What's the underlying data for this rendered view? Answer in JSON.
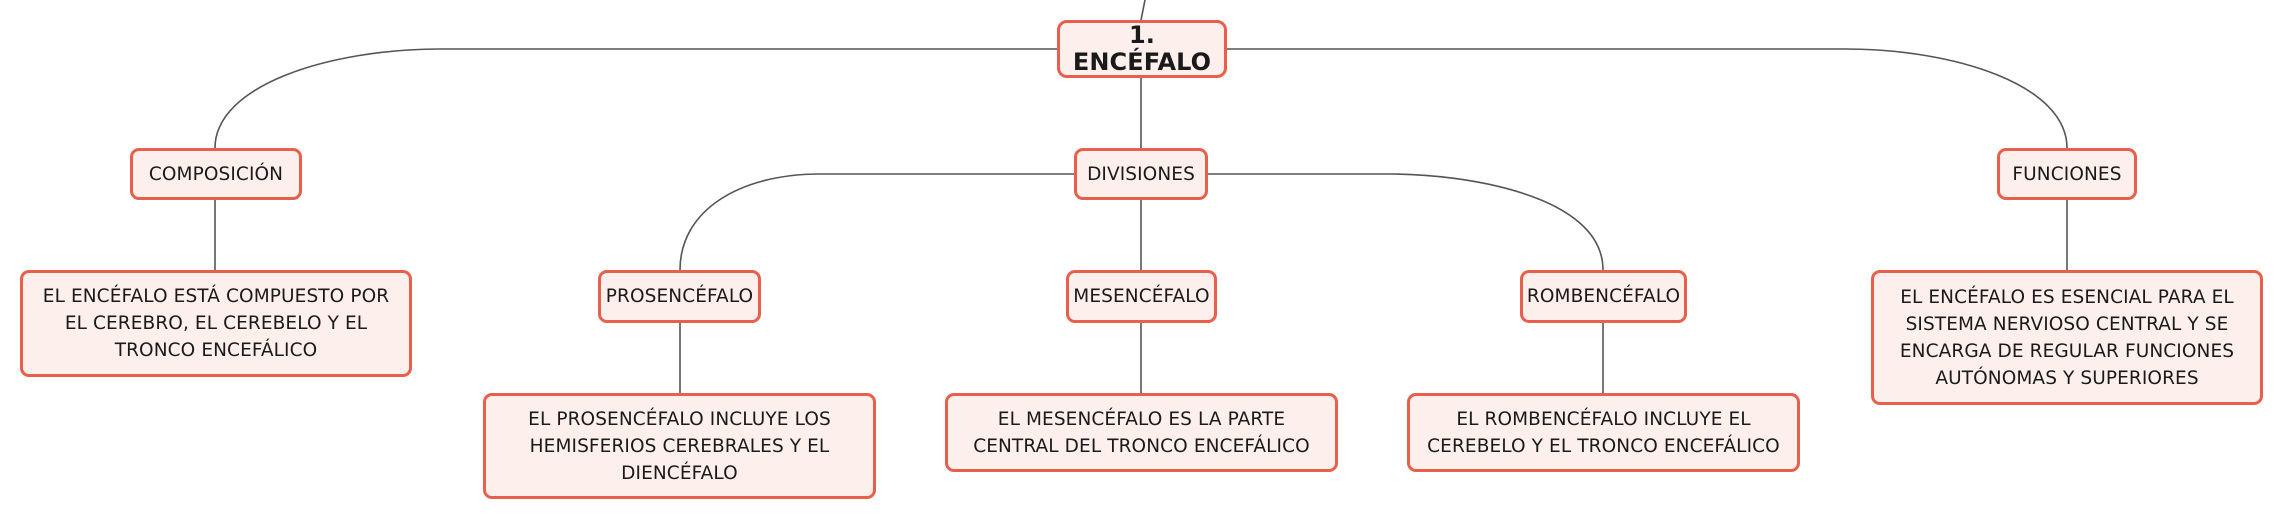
{
  "root": {
    "label": "1. ENCÉFALO"
  },
  "composicion": {
    "label": "COMPOSICIÓN",
    "text": "EL ENCÉFALO ESTÁ COMPUESTO POR EL CEREBRO, EL CEREBELO Y EL TRONCO ENCEFÁLICO"
  },
  "divisiones": {
    "label": "DIVISIONES",
    "prosencefalo": {
      "label": "PROSENCÉFALO",
      "text": "EL PROSENCÉFALO INCLUYE LOS HEMISFERIOS CEREBRALES Y EL DIENCÉFALO"
    },
    "mesencefalo": {
      "label": "MESENCÉFALO",
      "text": "EL MESENCÉFALO ES LA PARTE CENTRAL DEL TRONCO ENCEFÁLICO"
    },
    "rombencefalo": {
      "label": "ROMBENCÉFALO",
      "text": "EL ROMBENCÉFALO INCLUYE EL CEREBELO Y EL TRONCO ENCEFÁLICO"
    }
  },
  "funciones": {
    "label": "FUNCIONES",
    "text": "EL ENCÉFALO ES ESENCIAL PARA EL SISTEMA NERVIOSO CENTRAL Y SE ENCARGA DE REGULAR FUNCIONES AUTÓNOMAS Y SUPERIORES"
  },
  "colors": {
    "border": "#e8604c",
    "fill": "#fdf0ec",
    "line": "#555555"
  }
}
